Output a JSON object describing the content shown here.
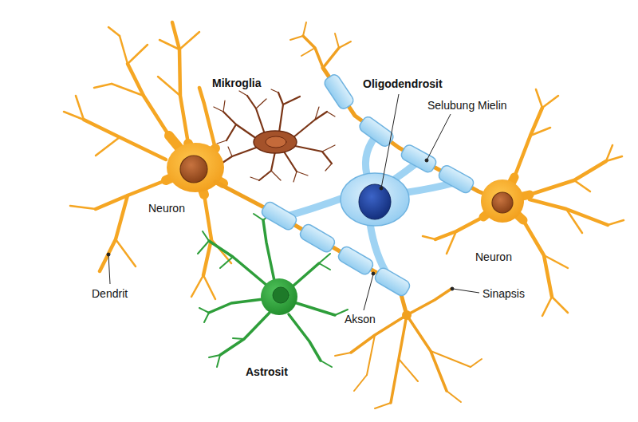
{
  "diagram": {
    "labels": [
      "Mikroglia",
      "Oligodendrosit",
      "Selubung Mielin",
      "Neuron",
      "Dendrit",
      "Neuron",
      "Sinapsis",
      "Akson",
      "Astrosit"
    ]
  }
}
